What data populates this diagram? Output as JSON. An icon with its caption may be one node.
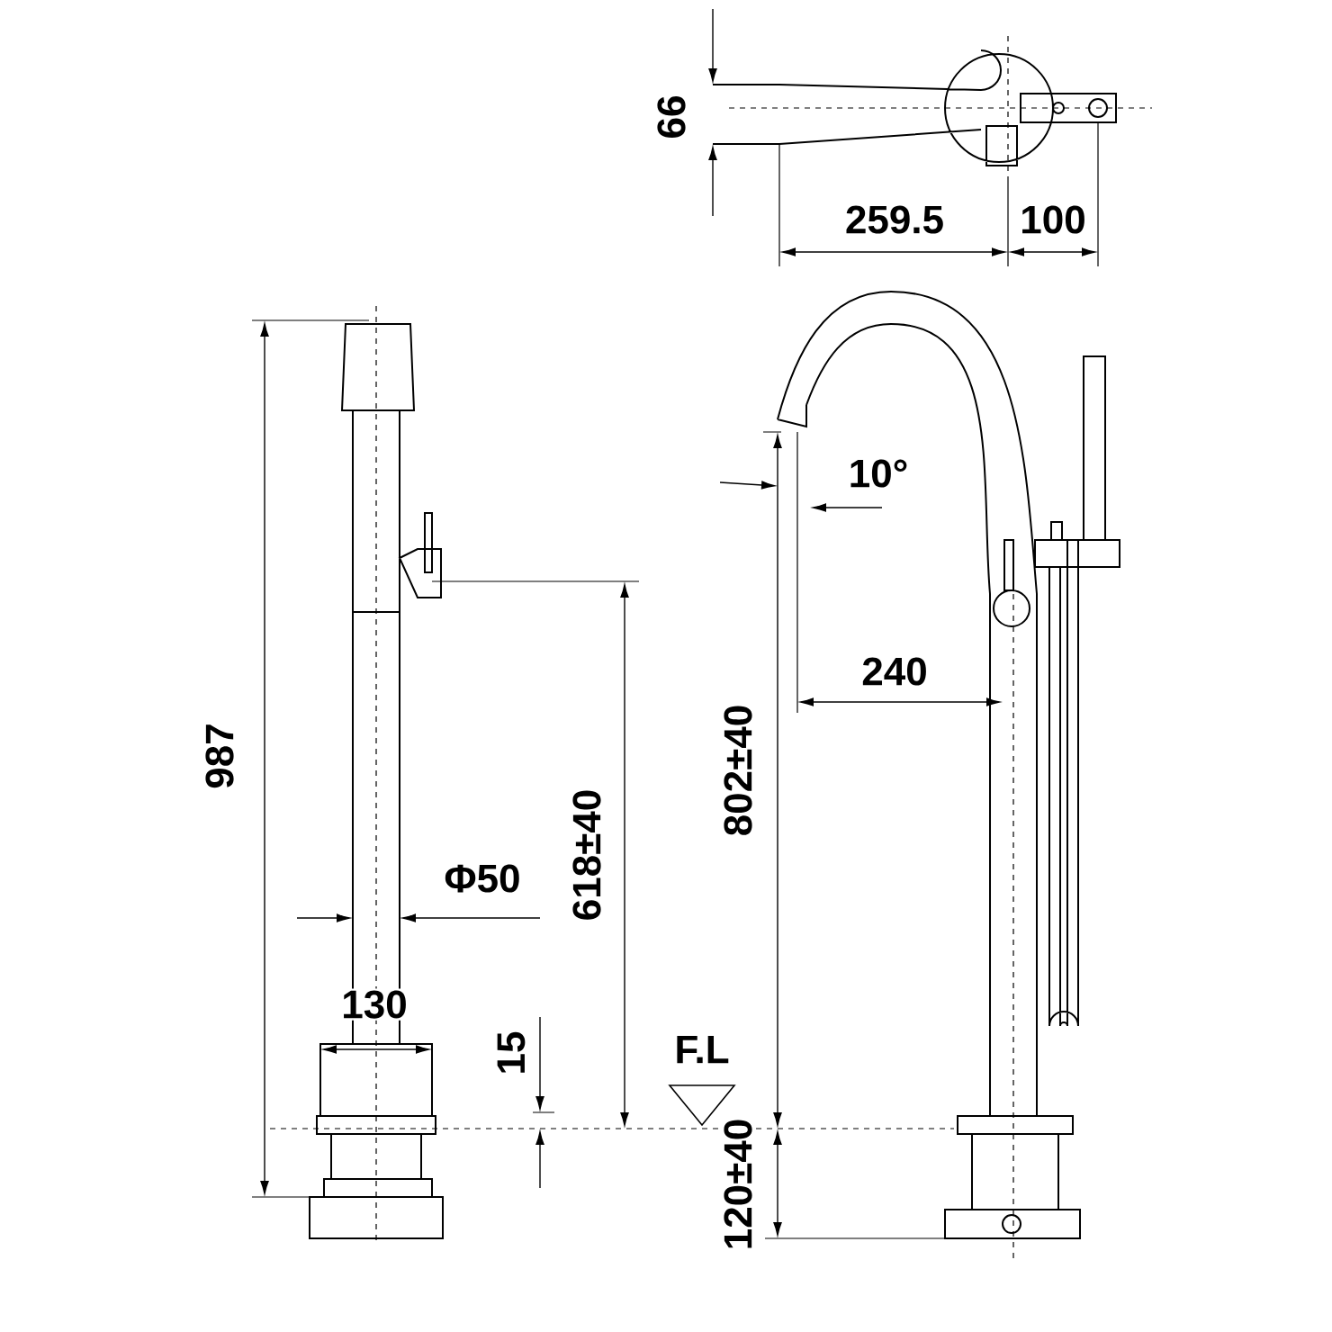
{
  "diagram": {
    "labels": [
      "66",
      "259.5",
      "100",
      "987",
      "10°",
      "240",
      "802±40",
      "618±40",
      "Φ50",
      "130",
      "15",
      "F.L",
      "120±40"
    ]
  }
}
